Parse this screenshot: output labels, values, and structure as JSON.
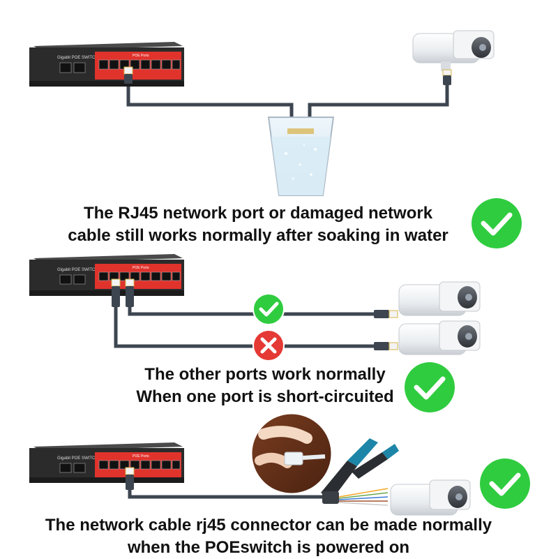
{
  "colors": {
    "accent_green": "#2fcc3f",
    "error_red": "#e53935",
    "switch_red": "#e0332c",
    "switch_body": "#2b2b2b",
    "cable": "#3d4650"
  },
  "switch": {
    "title": "Gigabit POE SWITCH",
    "poe_label": "POE Ports"
  },
  "scene1": {
    "caption_line1": "The RJ45 network port or damaged network",
    "caption_line2": "cable still works normally after soaking in water",
    "status_icon": "check-icon"
  },
  "scene2": {
    "caption_line1": "The other ports work normally",
    "caption_line2": "When one port is short-circuited",
    "status_icon": "check-icon",
    "upper_link_icon": "check-icon",
    "lower_link_icon": "cross-icon"
  },
  "scene3": {
    "caption_line1": "The network cable rj45 connector can be made normally",
    "caption_line2": "when the POEswitch is powered on",
    "status_icon": "check-icon"
  }
}
